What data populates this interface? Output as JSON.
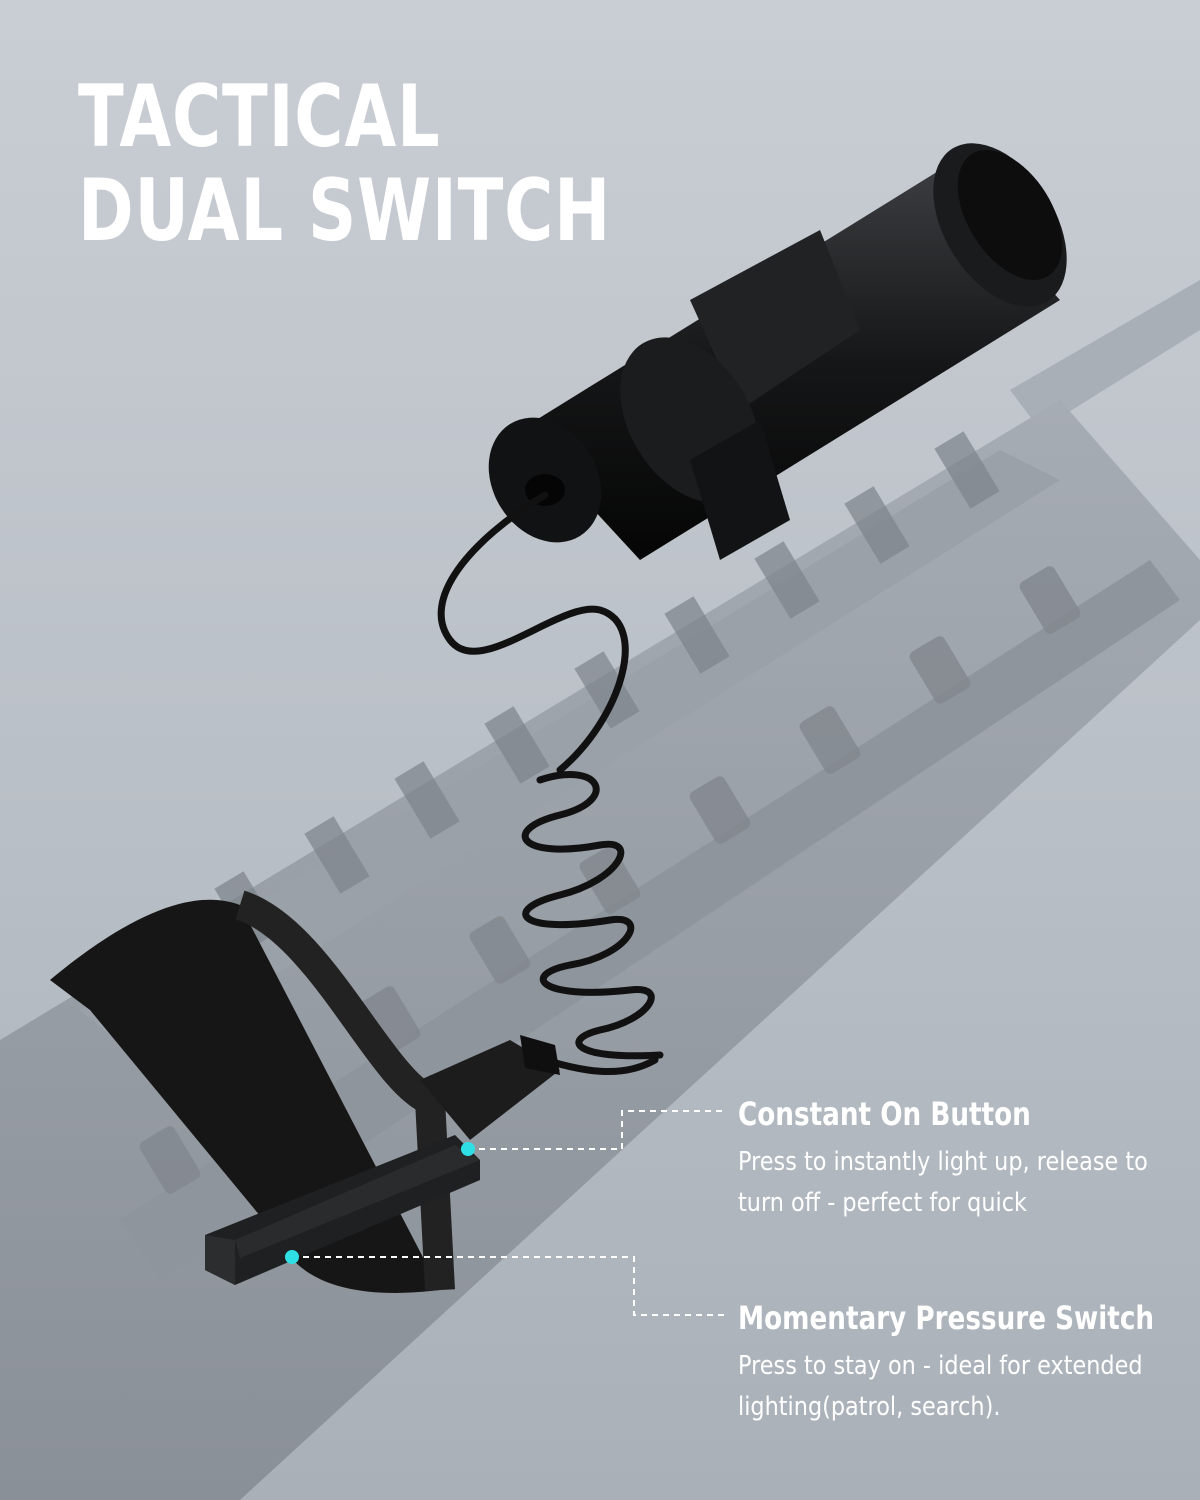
{
  "headline": {
    "line1": "TACTICAL",
    "line2": "DUAL SWITCH"
  },
  "callouts": [
    {
      "title": "Constant On Button",
      "description": "Press to instantly light up, release to turn off - perfect for quick"
    },
    {
      "title": "Momentary Pressure Switch",
      "description": "Press to stay on - ideal for extended lighting(patrol, search)."
    }
  ],
  "colors": {
    "accent": "#2ee0e6",
    "background": "#c0c5cb",
    "text": "#ffffff"
  }
}
